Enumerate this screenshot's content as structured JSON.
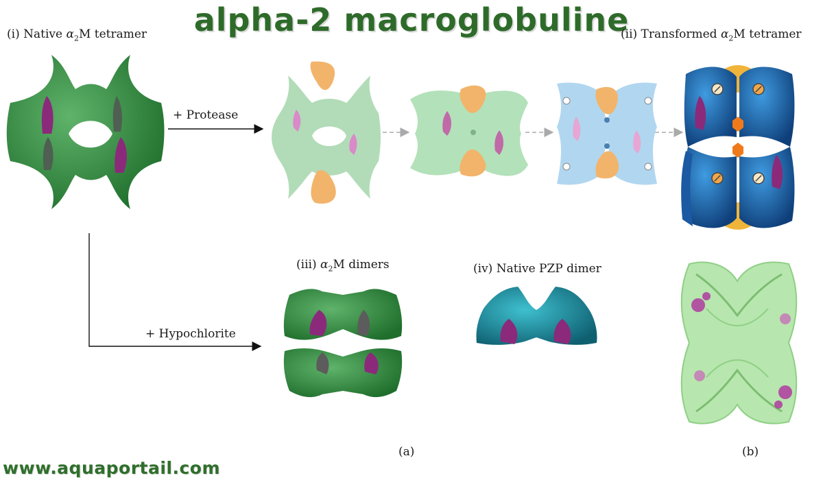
{
  "title": "alpha-2 macroglobuline",
  "labels": {
    "native_tetramer": {
      "prefix": "(i) Native ",
      "symbol": "α",
      "subscript": "2",
      "suffix": "M tetramer"
    },
    "transformed_tetramer": {
      "prefix": "(ii) Transformed ",
      "symbol": "α",
      "subscript": "2",
      "suffix": "M tetramer"
    },
    "dimers": {
      "prefix": "(iii) ",
      "symbol": "α",
      "subscript": "2",
      "suffix": "M dimers"
    },
    "pzp_dimer": "(iv) Native PZP dimer",
    "protease": "+ Protease",
    "hypochlorite": "+ Hypochlorite",
    "panel_a": "(a)",
    "panel_b": "(b)"
  },
  "footer": {
    "url": "www.aquaportail.com"
  },
  "colors": {
    "title_green": "#2e6b2a",
    "native_green": "#2f8a3c",
    "magenta": "#8b2a7a",
    "protease_orange": "#f2b46a",
    "transformed_blue": "#1e6fb8",
    "pzp_teal": "#1a8ea0",
    "structure_light_green": "#a9dfa0"
  }
}
